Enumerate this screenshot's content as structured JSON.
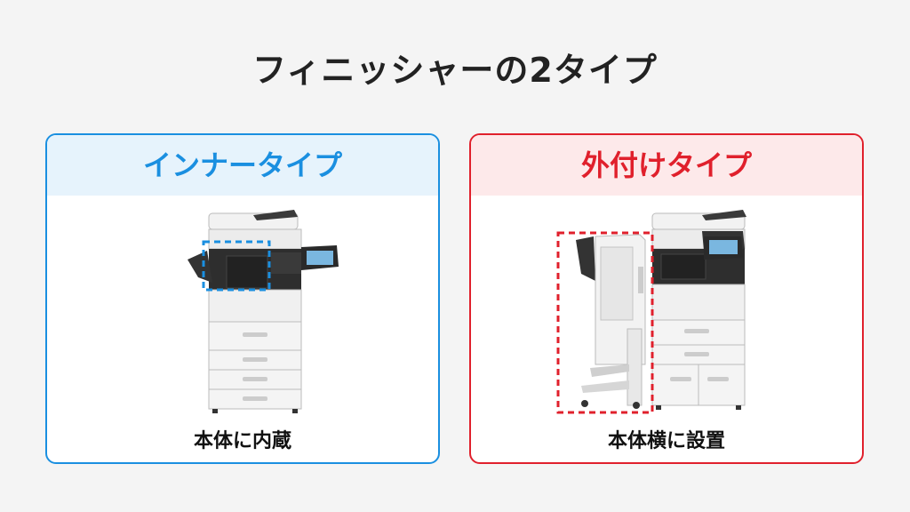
{
  "title": "フィニッシャーの2タイプ",
  "cards": [
    {
      "heading": "インナータイプ",
      "caption": "本体に内蔵",
      "accent": "#1a8fe0"
    },
    {
      "heading": "外付けタイプ",
      "caption": "本体横に設置",
      "accent": "#e0202c"
    }
  ]
}
